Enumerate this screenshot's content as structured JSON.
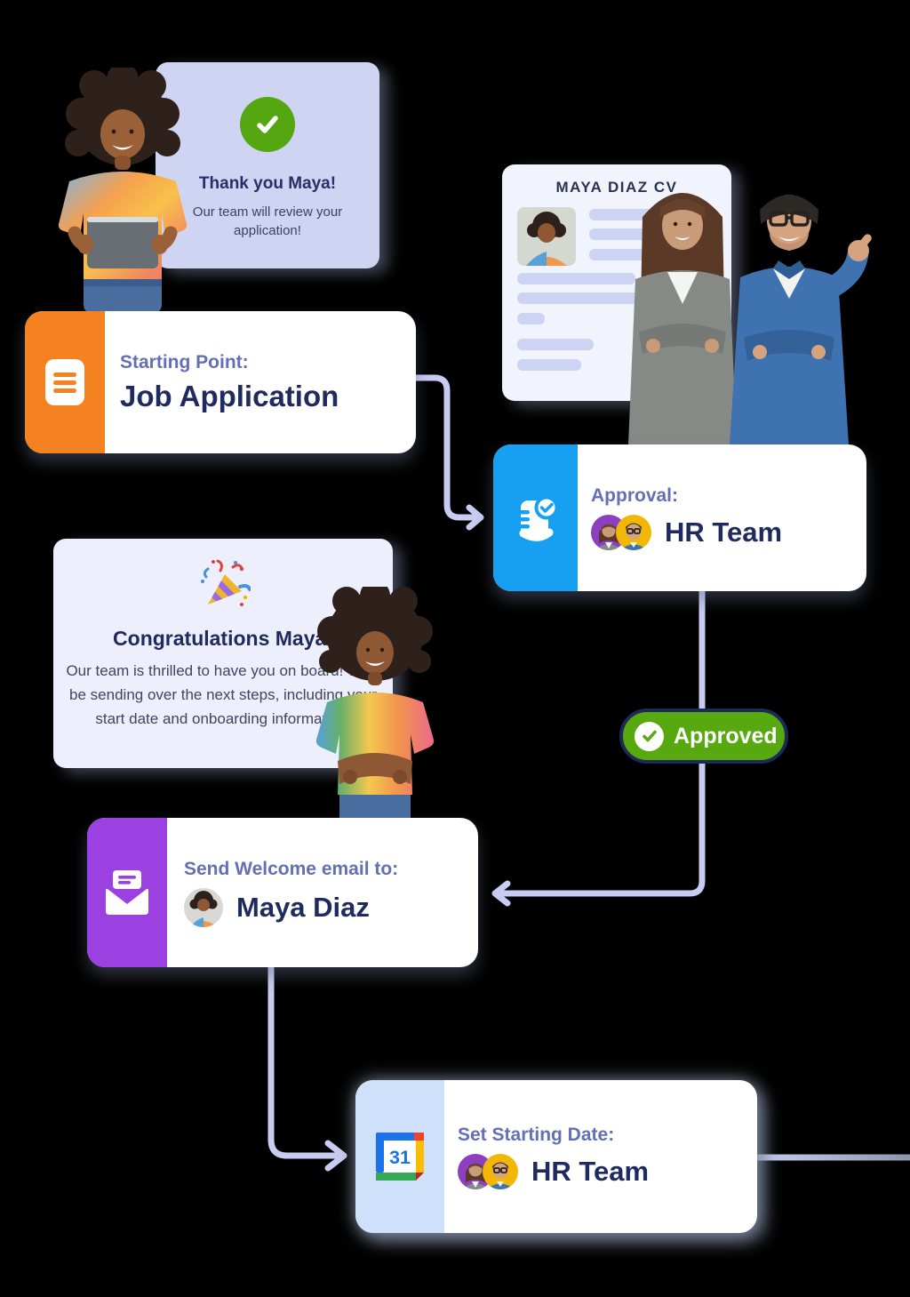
{
  "page": {
    "background": "#000000"
  },
  "thank_you_card": {
    "title": "Thank you Maya!",
    "body": "Our team will review your application!",
    "bg": "#CED4F2",
    "check_color": "#54A711"
  },
  "cv_card": {
    "title": "MAYA DIAZ CV",
    "bg": "#F2F4FD"
  },
  "starting_point_card": {
    "label": "Starting Point:",
    "title": "Job Application",
    "accent": "#F58220"
  },
  "approval_card": {
    "label": "Approval:",
    "title": "HR Team",
    "accent": "#17A0F1"
  },
  "approved_badge": {
    "label": "Approved",
    "bg": "#58A90F",
    "border": "#1C2A57"
  },
  "congrats_card": {
    "title": "Congratulations Maya!",
    "body": "Our team is thrilled to have you on board! We’ll be sending over the next steps, including your start date and onboarding information.",
    "bg": "#EDEFFC"
  },
  "email_card": {
    "label": "Send Welcome email to:",
    "title": "Maya Diaz",
    "accent": "#9C41E1"
  },
  "calendar_card": {
    "label": "Set Starting Date:",
    "title": "HR Team",
    "accent": "#CFE0FB",
    "calendar_day": "31"
  },
  "connectors": {
    "color": "#C7CCF0"
  },
  "icons": {
    "check": "check-icon",
    "form": "form-icon",
    "approval_doc": "approval-doc-check-icon",
    "party_popper": "party-popper-icon",
    "envelope": "open-envelope-icon",
    "google_calendar": "google-calendar-icon"
  }
}
